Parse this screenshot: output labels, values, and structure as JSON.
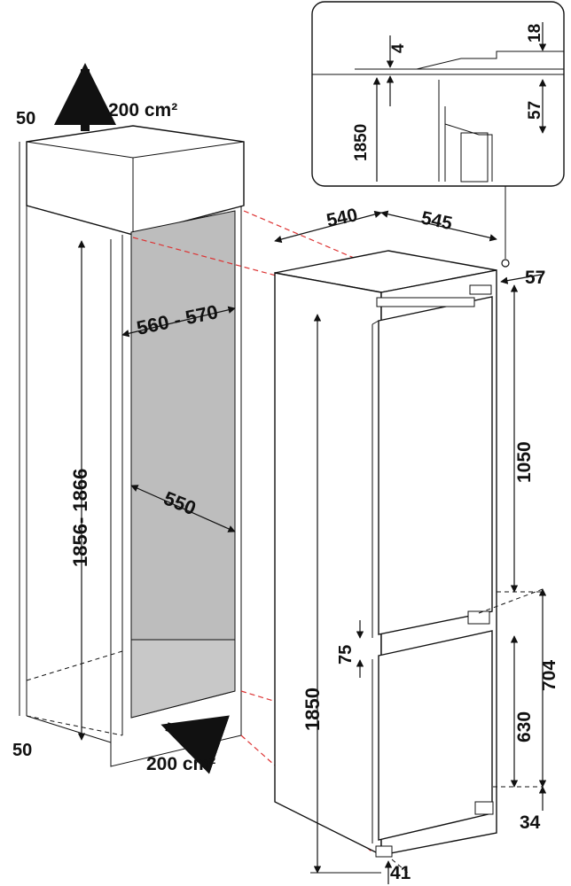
{
  "cabinet": {
    "vent_top": "200 cm²",
    "vent_bottom": "200 cm²",
    "side_gap_top": "50",
    "side_gap_bottom": "50",
    "niche_height": "1856- 1866",
    "niche_width": "560 - 570",
    "niche_depth": "550"
  },
  "detail": {
    "gap": "4",
    "top": "18",
    "height": "1850",
    "hinge": "57"
  },
  "appliance": {
    "depth": "540",
    "width": "545",
    "top_offset": "57",
    "upper_door": "1050",
    "door_gap": "75",
    "lower_section": "704",
    "lower_door": "630",
    "height": "1850",
    "bottom_offset": "34",
    "foot": "41"
  },
  "colors": {
    "niche_fill": "#bdbdbd",
    "guide_red": "#dd3333"
  }
}
